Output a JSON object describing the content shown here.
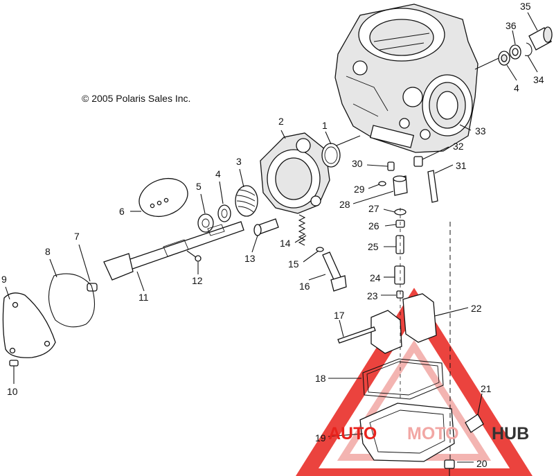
{
  "copyright": "© 2005 Polaris Sales Inc.",
  "watermark": {
    "part1": "AUTO",
    "part2": "MOTO",
    "part3": "HUB",
    "color_primary": "#e8231d",
    "color_secondary": "#f2a7a4",
    "color_text_dark": "#333333"
  },
  "callouts": [
    "1",
    "2",
    "3",
    "4",
    "5",
    "6",
    "7",
    "8",
    "9",
    "10",
    "11",
    "12",
    "13",
    "14",
    "15",
    "16",
    "17",
    "18",
    "19",
    "20",
    "21",
    "22",
    "23",
    "24",
    "25",
    "26",
    "27",
    "28",
    "29",
    "30",
    "31",
    "32",
    "33",
    "34",
    "35",
    "36"
  ],
  "callout_4b": "4"
}
